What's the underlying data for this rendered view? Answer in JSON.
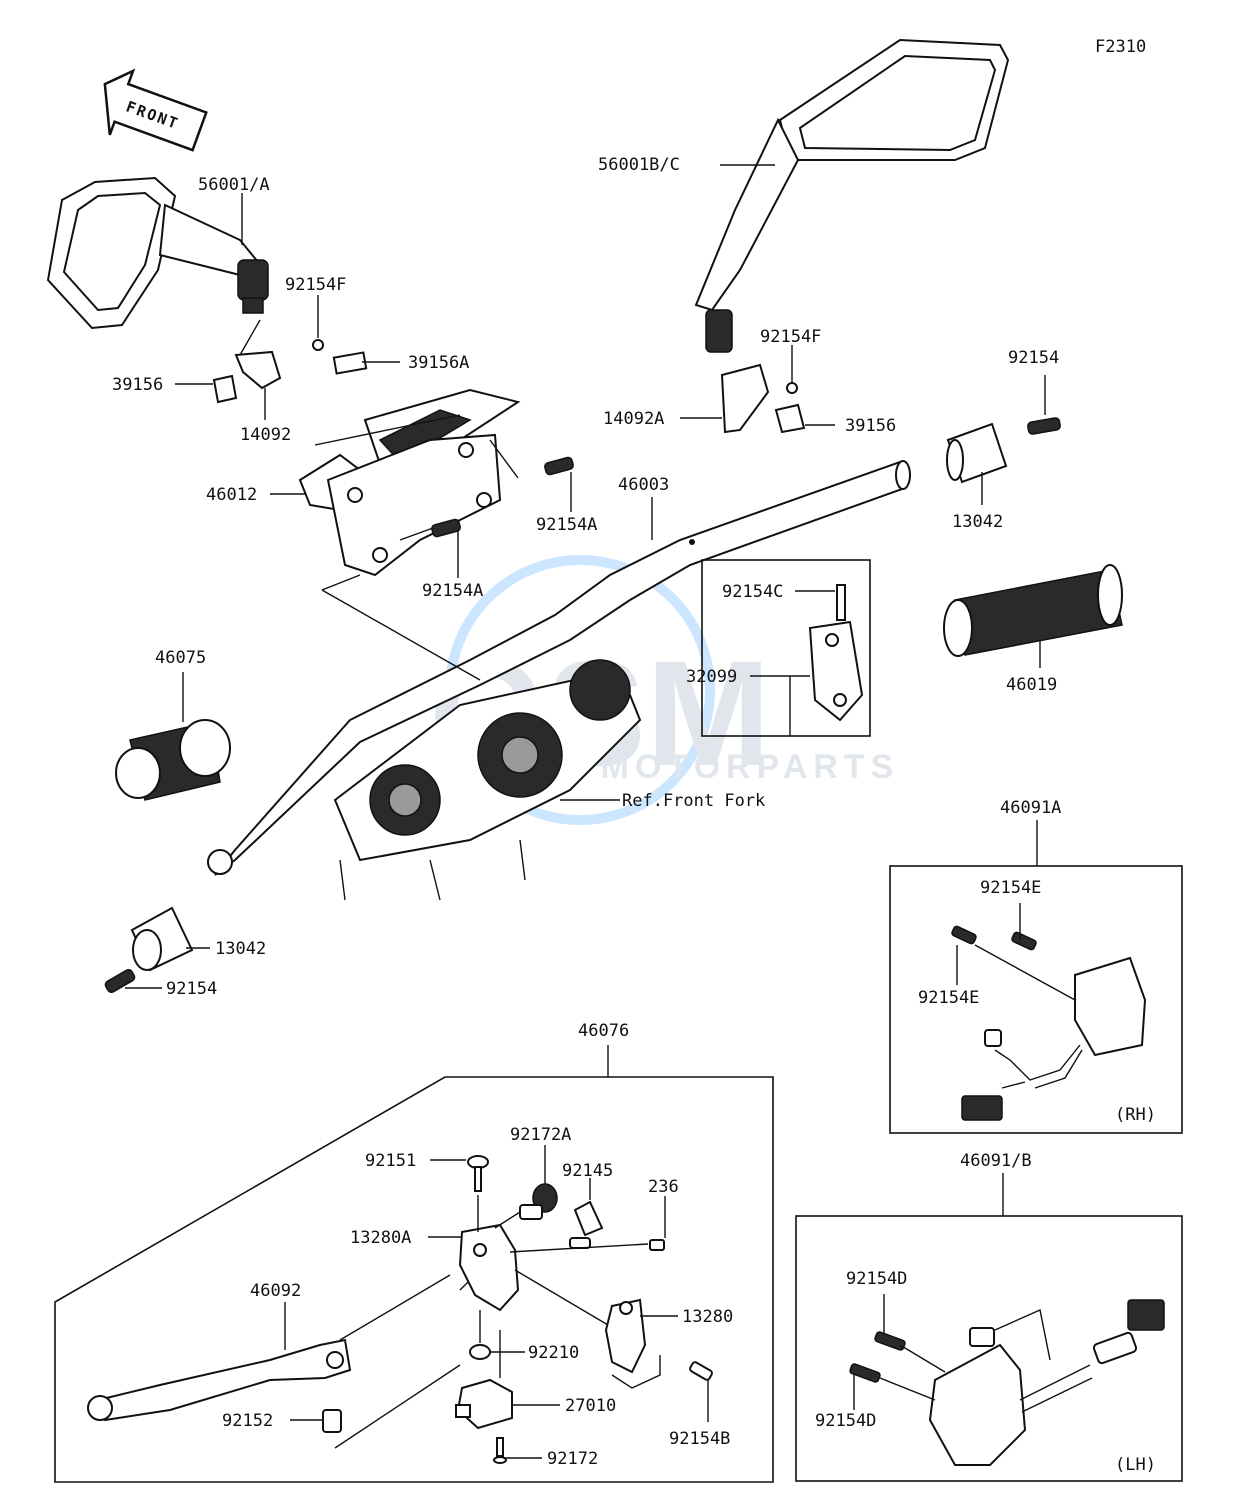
{
  "diagram_code": "F2310",
  "front_arrow_label": "FRONT",
  "watermark": {
    "logo": "GSM",
    "text": "MOTORPARTS"
  },
  "labels": {
    "mirror_left": "56001/A",
    "mirror_right": "56001B/C",
    "screw_f_left": "92154F",
    "screw_f_right": "92154F",
    "cover_a": "39156A",
    "cover_left": "39156",
    "cover_right": "39156",
    "bracket_left": "14092",
    "bracket_right": "14092A",
    "holder_46012": "46012",
    "bolt_a1": "92154A",
    "bolt_a2": "92154A",
    "handlebar": "46003",
    "weight_right": "13042",
    "weight_left": "13042",
    "bolt_right_end": "92154",
    "bolt_left_end": "92154",
    "bolt_c": "92154C",
    "holder_32099": "32099",
    "grip_right": "46019",
    "grip_left": "46075",
    "ref_front_fork": "Ref.Front Fork",
    "switch_rh_assy": "46091A",
    "screw_e_1": "92154E",
    "screw_e_2": "92154E",
    "rh_tag": "(RH)",
    "switch_lh_assy": "46091/B",
    "screw_d_1": "92154D",
    "screw_d_2": "92154D",
    "lh_tag": "(LH)",
    "clutch_assy": "46076",
    "bolt_92151": "92151",
    "adjuster_92172a": "92172A",
    "spring_92145": "92145",
    "screw_236": "236",
    "holder_13280a": "13280A",
    "lever_46092": "46092",
    "clamp_13280": "13280",
    "nut_92210": "92210",
    "switch_27010": "27010",
    "collar_92152": "92152",
    "bolt_92154b": "92154B",
    "screw_92172": "92172"
  }
}
